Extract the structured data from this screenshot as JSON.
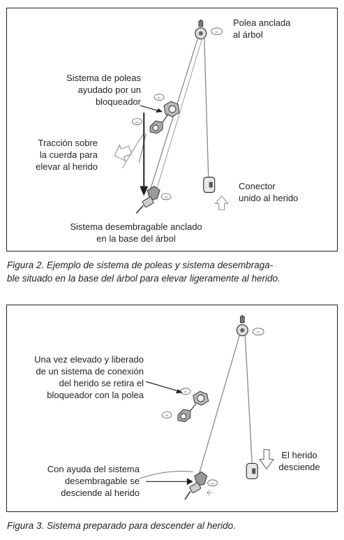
{
  "figure2": {
    "labels": {
      "polea": [
        "Polea anclada",
        "al árbol"
      ],
      "sistema_poleas": [
        "Sistema de poleas",
        "ayudado por un",
        "bloqueador"
      ],
      "traccion": [
        "Tracción sobre",
        "la cuerda para",
        "elevar al herido"
      ],
      "conector": [
        "Conector",
        "unido al herido"
      ],
      "desembragable": [
        "Sistema desembragable anclado",
        "en la base del árbol"
      ]
    },
    "tags": [
      "01",
      "02",
      "03",
      "04"
    ],
    "caption": [
      "Figura 2. Ejemplo de sistema de poleas y sistema desembraga-",
      "ble situado en la base del árbol para elevar ligeramente al herido."
    ]
  },
  "figure3": {
    "labels": {
      "una_vez": [
        "Una vez elevado y liberado",
        "de un sistema de conexión",
        "del herido se retira el",
        "bloqueador con la polea"
      ],
      "herido_desciende": [
        "El herido",
        "desciende"
      ],
      "con_ayuda": [
        "Con ayuda del sistema",
        "desembragable se",
        "desciende al herido"
      ]
    },
    "tags": [
      "01",
      "02",
      "03",
      "04"
    ],
    "caption": [
      "Figura 3. Sistema preparado para descender al herido."
    ]
  }
}
